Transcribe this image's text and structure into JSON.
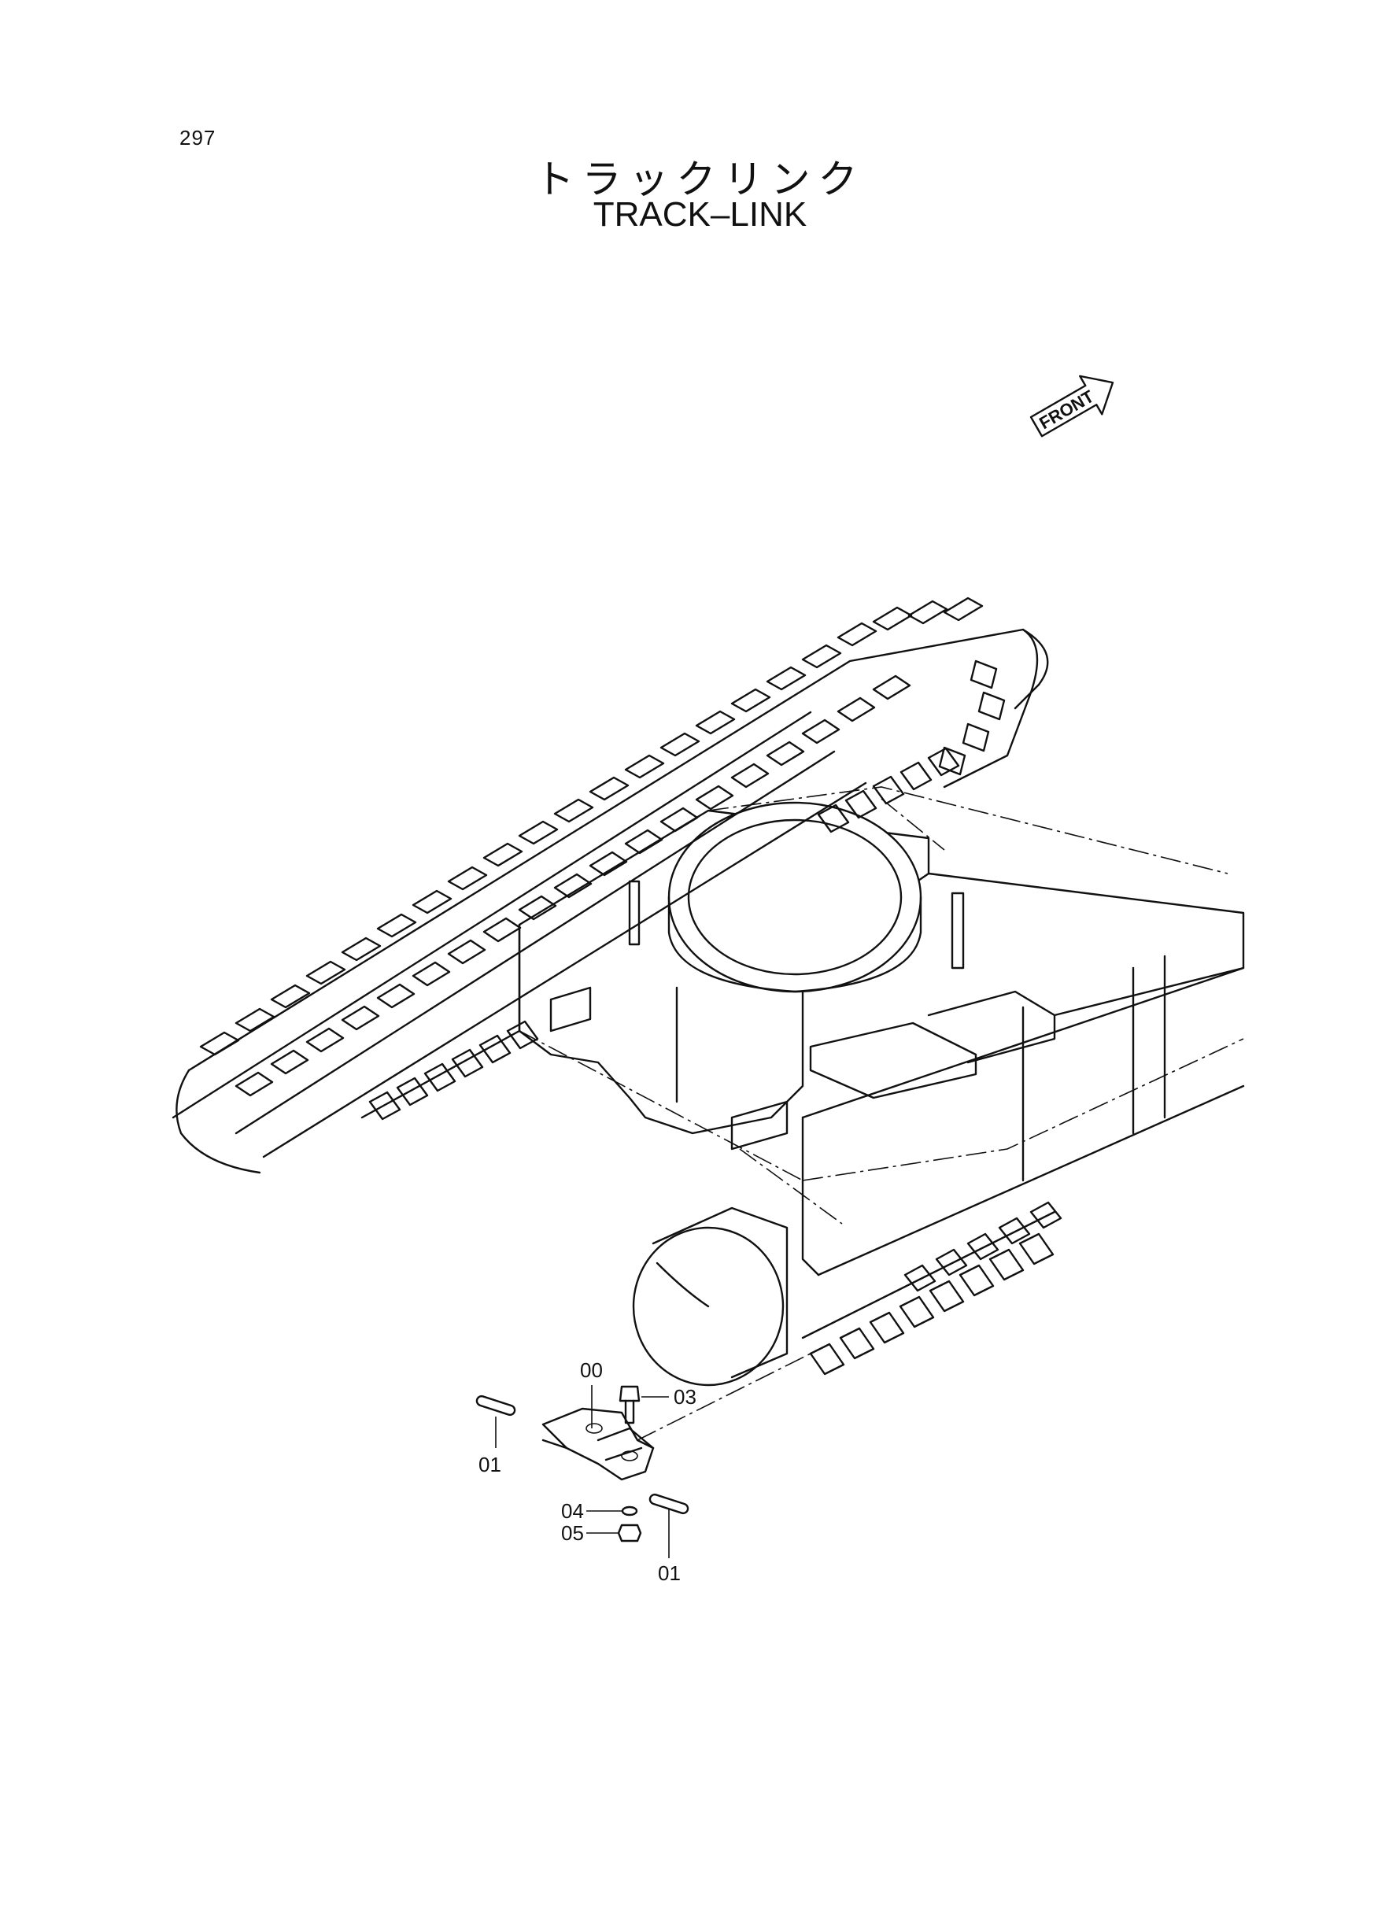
{
  "page": {
    "number": "297"
  },
  "title": {
    "japanese": "トラックリンク",
    "english": "TRACK–LINK"
  },
  "front_arrow": {
    "label": "FRONT",
    "icon": "front-arrow-icon"
  },
  "callouts": [
    {
      "id": "c-00",
      "text": "00"
    },
    {
      "id": "c-03",
      "text": "03"
    },
    {
      "id": "c-01a",
      "text": "01"
    },
    {
      "id": "c-04",
      "text": "04"
    },
    {
      "id": "c-05",
      "text": "05"
    },
    {
      "id": "c-01b",
      "text": "01"
    }
  ]
}
